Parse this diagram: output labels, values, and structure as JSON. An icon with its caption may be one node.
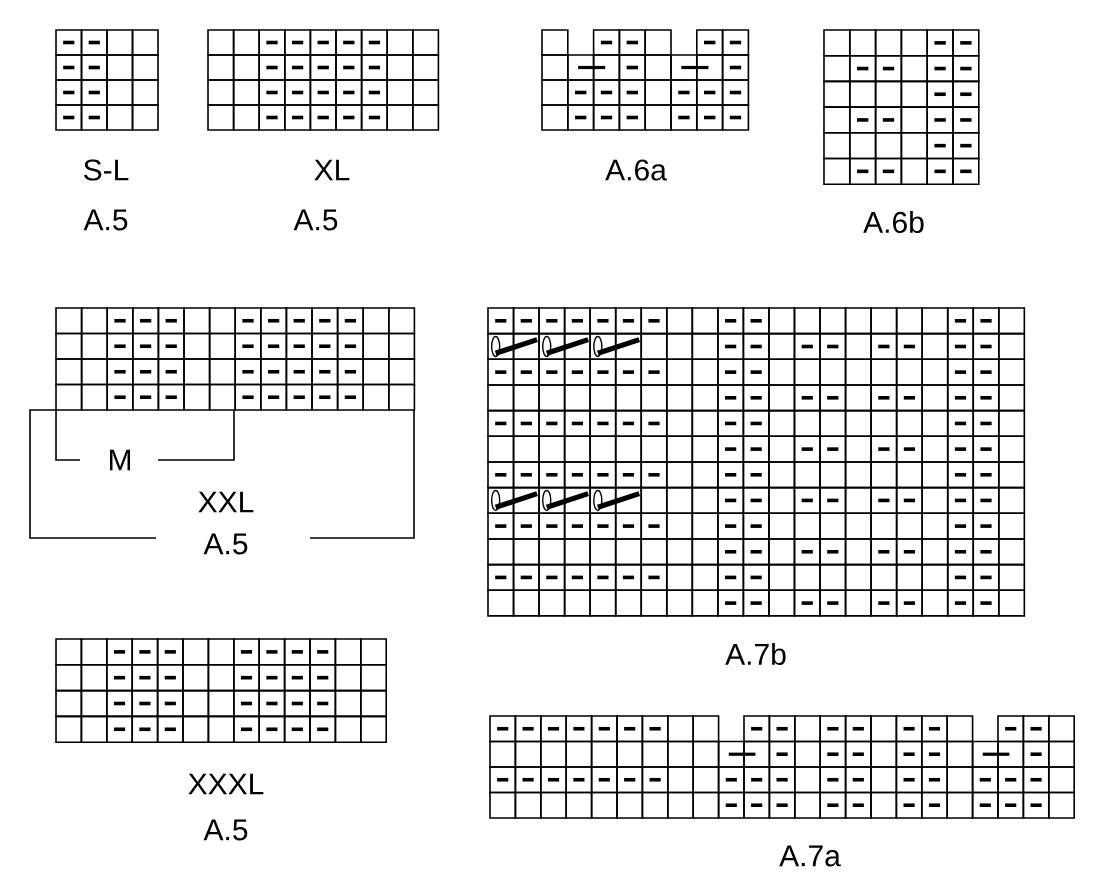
{
  "diagram": {
    "labels": [
      "S-L",
      "A.5",
      "XL",
      "A.5",
      "A.6a",
      "A.6b",
      "M",
      "XXL",
      "A.5",
      "A.7b",
      "XXXL",
      "A.5",
      "A.7a"
    ]
  }
}
